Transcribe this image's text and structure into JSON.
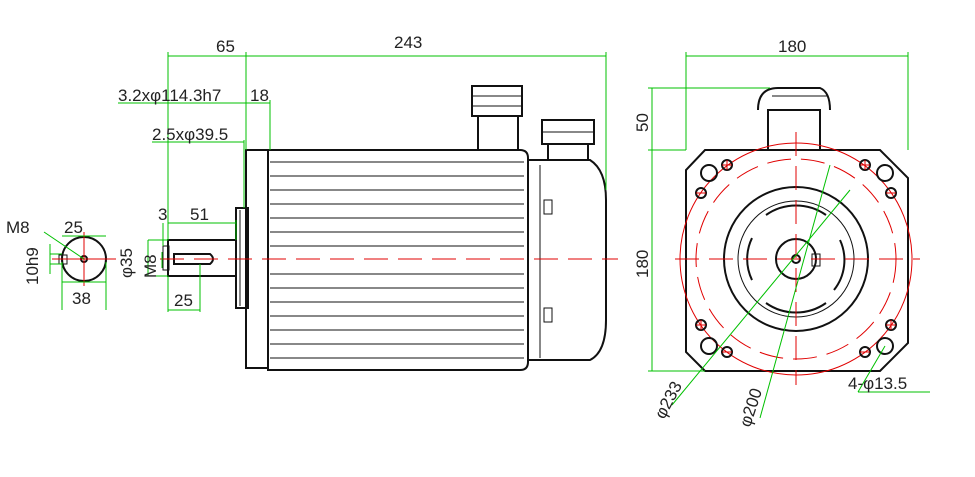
{
  "drawing": {
    "dims": {
      "shaft_end_key": "M8",
      "shaft_end_width": "25",
      "shaft_end_keyway": "10h9",
      "shaft_end_dia": "38",
      "shaft_len_65": "65",
      "body_len": "243",
      "pilot": "3.2xφ114.3h7",
      "flange_thk": "18",
      "boss": "2.5xφ39.5",
      "shaft_step": "3",
      "key_len": "51",
      "shaft_dia": "φ35",
      "shaft_thread": "M8",
      "key_offset": "25",
      "width_top": "180",
      "height_side": "180",
      "connector_height": "50",
      "pcd_outer": "φ233",
      "pcd_inner": "φ200",
      "holes": "4-φ13.5"
    },
    "colors": {
      "outline": "#111111",
      "dimension": "#00c000",
      "centerline": "#e00000"
    }
  }
}
